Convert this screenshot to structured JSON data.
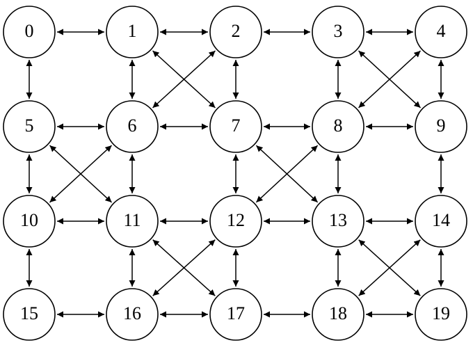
{
  "diagram": {
    "type": "graph",
    "directed": "bidirectional",
    "colors": {
      "stroke": "#000000",
      "fill": "#ffffff",
      "text": "#000000"
    },
    "nodes": [
      {
        "id": 0,
        "label": "0"
      },
      {
        "id": 1,
        "label": "1"
      },
      {
        "id": 2,
        "label": "2"
      },
      {
        "id": 3,
        "label": "3"
      },
      {
        "id": 4,
        "label": "4"
      },
      {
        "id": 5,
        "label": "5"
      },
      {
        "id": 6,
        "label": "6"
      },
      {
        "id": 7,
        "label": "7"
      },
      {
        "id": 8,
        "label": "8"
      },
      {
        "id": 9,
        "label": "9"
      },
      {
        "id": 10,
        "label": "10"
      },
      {
        "id": 11,
        "label": "11"
      },
      {
        "id": 12,
        "label": "12"
      },
      {
        "id": 13,
        "label": "13"
      },
      {
        "id": 14,
        "label": "14"
      },
      {
        "id": 15,
        "label": "15"
      },
      {
        "id": 16,
        "label": "16"
      },
      {
        "id": 17,
        "label": "17"
      },
      {
        "id": 18,
        "label": "18"
      },
      {
        "id": 19,
        "label": "19"
      }
    ],
    "edges": [
      [
        0,
        1
      ],
      [
        1,
        2
      ],
      [
        2,
        3
      ],
      [
        3,
        4
      ],
      [
        5,
        6
      ],
      [
        6,
        7
      ],
      [
        7,
        8
      ],
      [
        8,
        9
      ],
      [
        10,
        11
      ],
      [
        11,
        12
      ],
      [
        12,
        13
      ],
      [
        13,
        14
      ],
      [
        15,
        16
      ],
      [
        16,
        17
      ],
      [
        17,
        18
      ],
      [
        18,
        19
      ],
      [
        0,
        5
      ],
      [
        5,
        10
      ],
      [
        10,
        15
      ],
      [
        1,
        6
      ],
      [
        6,
        11
      ],
      [
        11,
        16
      ],
      [
        2,
        7
      ],
      [
        7,
        12
      ],
      [
        12,
        17
      ],
      [
        3,
        8
      ],
      [
        8,
        13
      ],
      [
        13,
        18
      ],
      [
        4,
        9
      ],
      [
        9,
        14
      ],
      [
        14,
        19
      ],
      [
        1,
        7
      ],
      [
        2,
        6
      ],
      [
        3,
        9
      ],
      [
        4,
        8
      ],
      [
        5,
        11
      ],
      [
        6,
        10
      ],
      [
        7,
        13
      ],
      [
        8,
        12
      ],
      [
        11,
        17
      ],
      [
        12,
        16
      ],
      [
        13,
        19
      ],
      [
        14,
        18
      ]
    ]
  }
}
